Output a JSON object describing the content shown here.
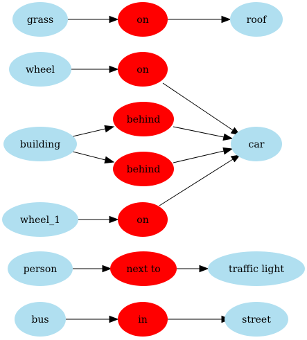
{
  "colors": {
    "object_fill": "#b0dff0",
    "relation_fill": "#ff0000",
    "edge": "#000000",
    "background": "#ffffff"
  },
  "nodes": {
    "grass": {
      "label": "grass",
      "kind": "object"
    },
    "on_1": {
      "label": "on",
      "kind": "relation"
    },
    "roof": {
      "label": "roof",
      "kind": "object"
    },
    "wheel": {
      "label": "wheel",
      "kind": "object"
    },
    "on_2": {
      "label": "on",
      "kind": "relation"
    },
    "building": {
      "label": "building",
      "kind": "object"
    },
    "behind_1": {
      "label": "behind",
      "kind": "relation"
    },
    "behind_2": {
      "label": "behind",
      "kind": "relation"
    },
    "car": {
      "label": "car",
      "kind": "object"
    },
    "wheel_1": {
      "label": "wheel_1",
      "kind": "object"
    },
    "on_3": {
      "label": "on",
      "kind": "relation"
    },
    "person": {
      "label": "person",
      "kind": "object"
    },
    "next_to": {
      "label": "next to",
      "kind": "relation"
    },
    "traffic_light": {
      "label": "traffic light",
      "kind": "object"
    },
    "bus": {
      "label": "bus",
      "kind": "object"
    },
    "in": {
      "label": "in",
      "kind": "relation"
    },
    "street": {
      "label": "street",
      "kind": "object"
    }
  },
  "edges": [
    {
      "from": "grass",
      "to": "on_1"
    },
    {
      "from": "on_1",
      "to": "roof"
    },
    {
      "from": "wheel",
      "to": "on_2"
    },
    {
      "from": "on_2",
      "to": "car"
    },
    {
      "from": "building",
      "to": "behind_1"
    },
    {
      "from": "building",
      "to": "behind_2"
    },
    {
      "from": "behind_1",
      "to": "car"
    },
    {
      "from": "behind_2",
      "to": "car"
    },
    {
      "from": "wheel_1",
      "to": "on_3"
    },
    {
      "from": "on_3",
      "to": "car"
    },
    {
      "from": "person",
      "to": "next_to"
    },
    {
      "from": "next_to",
      "to": "traffic_light"
    },
    {
      "from": "bus",
      "to": "in"
    },
    {
      "from": "in",
      "to": "street"
    }
  ]
}
